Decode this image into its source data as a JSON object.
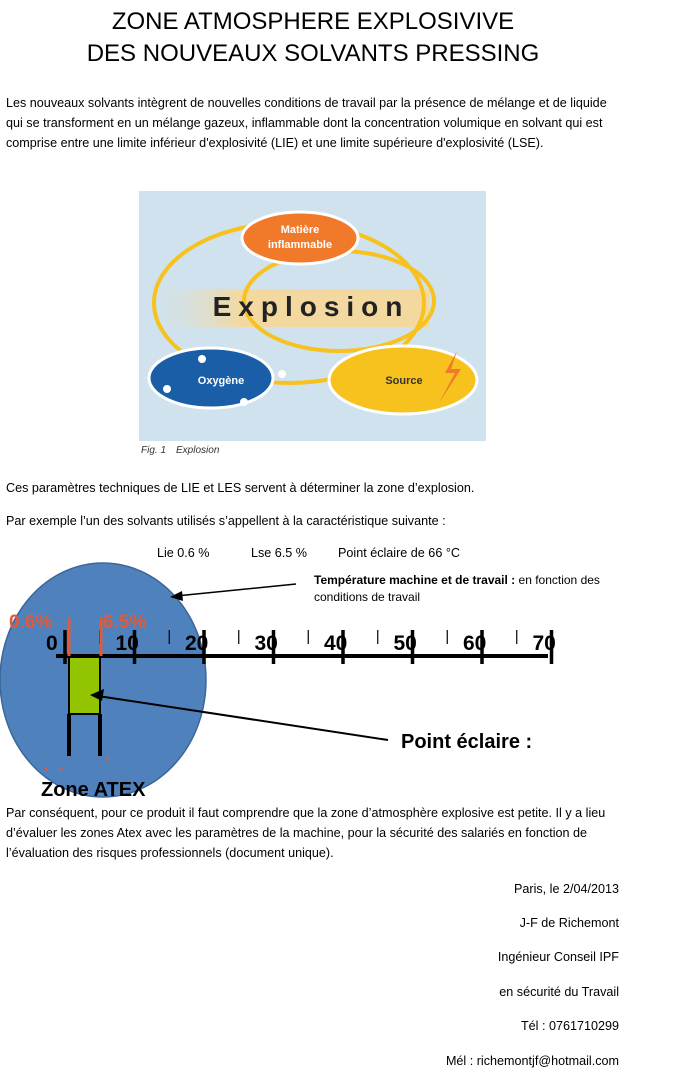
{
  "header": {
    "title_line1": "ZONE ATMOSPHERE EXPLOSIVIVE",
    "title_line2": "DES NOUVEAUX SOLVANTS PRESSING"
  },
  "intro": "Les nouveaux solvants intègrent de nouvelles conditions de travail par la présence de mélange et de liquide qui se transforment en un mélange gazeux, inflammable dont la concentration volumique en solvant qui est comprise entre une limite inférieur d'explosivité (LIE) et une limite supérieure d'explosivité (LSE).",
  "figure": {
    "top_label_line1": "Matière",
    "top_label_line2": "inflammable",
    "center_label": "Explosion",
    "left_label": "Oxygène",
    "right_label": "Source",
    "caption_num": "Fig. 1",
    "caption_text": "Explosion",
    "colors": {
      "orange": "#f07a2a",
      "blue": "#1a5ea8",
      "yellow": "#f7c21e",
      "bg": "#cfe2ee"
    }
  },
  "text2": "Ces paramètres techniques de LIE et LES servent à déterminer la zone d’explosion.",
  "text3": "Par exemple l’un des solvants utilisés s’appellent à la caractéristique suivante :",
  "params": {
    "lie": "Lie 0.6 %",
    "lse": "Lse 6.5 %",
    "flash": "Point éclaire de 66 °C"
  },
  "diagram": {
    "temp_label_bold": "Température machine et de travail :",
    "temp_label_rest": " en fonction des",
    "temp_label_line2": "conditions de travail",
    "lie_marker": "0.6%",
    "lse_marker": "6.5%",
    "scale_ticks": [
      "0",
      "10",
      "20",
      "30",
      "40",
      "50",
      "60",
      "70"
    ],
    "flash_label": "Point éclaire :",
    "zone_label": "Zone ATEX",
    "colors": {
      "circle": "#4f81bd",
      "zone": "#92c400",
      "marker": "#e05a3a"
    }
  },
  "conclusion": "Par conséquent, pour ce produit il faut comprendre que la zone d’atmosphère explosive est petite. Il y a lieu d’évaluer les zones Atex avec les paramètres de la machine, pour la sécurité des salariés en fonction de l’évaluation des risques professionnels (document unique).",
  "signature": {
    "place_date": "Paris, le 2/04/2013",
    "name": "J-F de Richemont",
    "role": "Ingénieur Conseil IPF",
    "field": "en sécurité du Travail",
    "phone": "Tél : 0761710299",
    "email": "Mél : richemontjf@hotmail.com"
  }
}
